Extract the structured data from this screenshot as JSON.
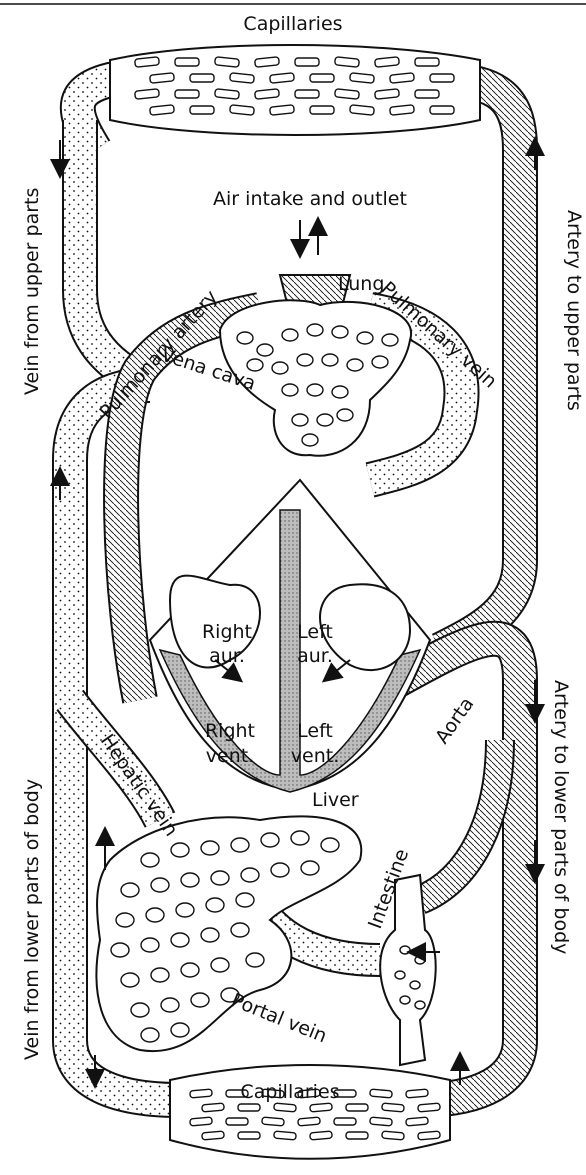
{
  "diagram": {
    "labels": {
      "capillaries_top": "Capillaries",
      "air": "Air intake and outlet",
      "lung": "Lung",
      "pulmonary_artery": "Pulmonary artery",
      "pulmonary_vein": "Pulmonary vein",
      "vein_upper": "Vein from upper parts",
      "artery_upper": "Artery to upper parts",
      "vena_cava": "Vena cava",
      "right_aur_1": "Right",
      "right_aur_2": "aur.",
      "left_aur_1": "Left",
      "left_aur_2": "aur.",
      "right_vent_1": "Right",
      "right_vent_2": "vent.",
      "left_vent_1": "Left",
      "left_vent_2": "vent.",
      "aorta": "Aorta",
      "hepatic_vein": "Hepatic vein",
      "liver": "Liver",
      "intestine": "Intestine",
      "portal_vein": "Portal vein",
      "capillaries_bottom": "Capillaries",
      "vein_lower": "Vein from lower parts of body",
      "artery_lower": "Artery to lower parts of body"
    },
    "style": {
      "ink": "#111111",
      "paper": "#ffffff",
      "septum_fill": "#bdbdbd"
    }
  }
}
